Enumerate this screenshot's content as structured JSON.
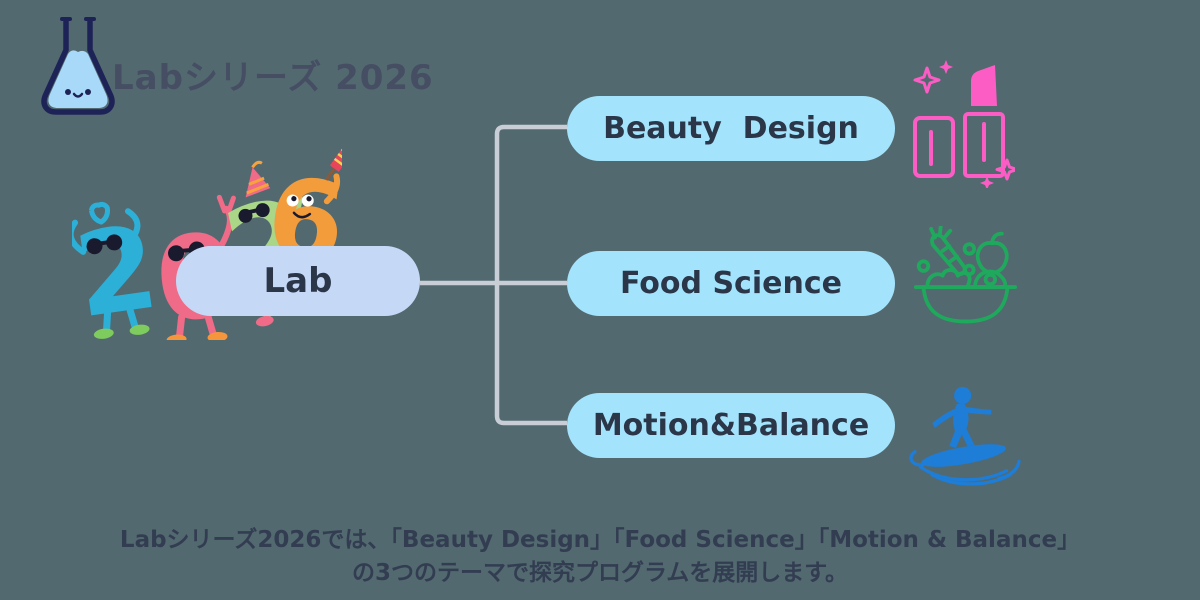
{
  "header": {
    "title": "Labシリーズ 2026",
    "logo_icon": "flask-icon"
  },
  "tree": {
    "root": {
      "label": "Lab"
    },
    "branches": [
      {
        "label": "Beauty  Design",
        "icon": "lipstick-icon",
        "icon_color": "#fb5dc4"
      },
      {
        "label": "Food Science",
        "icon": "salad-bowl-icon",
        "icon_color": "#1ea95c"
      },
      {
        "label": "Motion&Balance",
        "icon": "surfer-icon",
        "icon_color": "#1d7dd7"
      }
    ]
  },
  "illustration": {
    "name": "year-characters",
    "digits": [
      "2",
      "0",
      "2",
      "6"
    ],
    "digit_colors": [
      "#2cb0d8",
      "#ef6b87",
      "#a9d687",
      "#f39c3c"
    ]
  },
  "caption": {
    "line1": "Labシリーズ2026では、「Beauty Design」「Food Science」「Motion & Balance」",
    "line2": "の3つのテーマで探究プログラムを展開します。"
  },
  "colors": {
    "background": "#536970",
    "root_fill": "#c5d9f7",
    "branch_fill": "#a3e4fc",
    "node_text": "#2b3649",
    "connector": "#c9ced6",
    "title_text": "#454e63",
    "caption_text": "#333d52",
    "flask_outline": "#1d2357",
    "flask_liquid": "#a9d9f8"
  }
}
